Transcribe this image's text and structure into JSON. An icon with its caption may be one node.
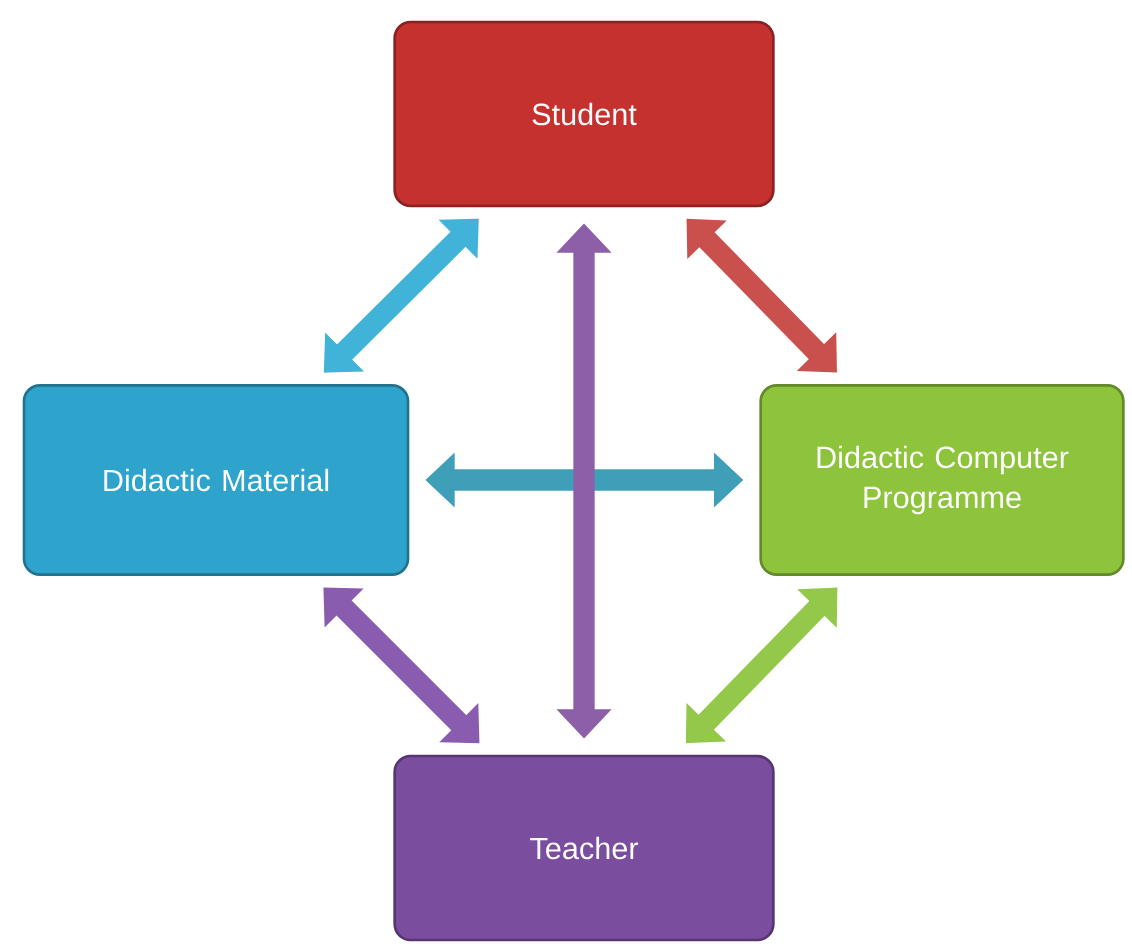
{
  "diagram": {
    "nodes": [
      {
        "text": [
          "Student"
        ]
      },
      {
        "text": [
          "Didactic Material"
        ]
      },
      {
        "text": [
          "Didactic Computer Programme"
        ]
      },
      {
        "text": [
          "Teacher"
        ]
      }
    ],
    "edges": [
      {
        "from": 0,
        "to": 1,
        "arrow": "both",
        "color": "#41b2d8"
      },
      {
        "from": 0,
        "to": 2,
        "arrow": "both",
        "color": "#c9504c"
      },
      {
        "from": 1,
        "to": 2,
        "arrow": "both",
        "color": "#3f9fb8"
      },
      {
        "from": 0,
        "to": 3,
        "arrow": "both",
        "color": "#8c5fa8"
      },
      {
        "from": 1,
        "to": 3,
        "arrow": "both",
        "color": "#8a5cb0"
      },
      {
        "from": 2,
        "to": 3,
        "arrow": "both",
        "color": "#94c84a"
      }
    ]
  }
}
